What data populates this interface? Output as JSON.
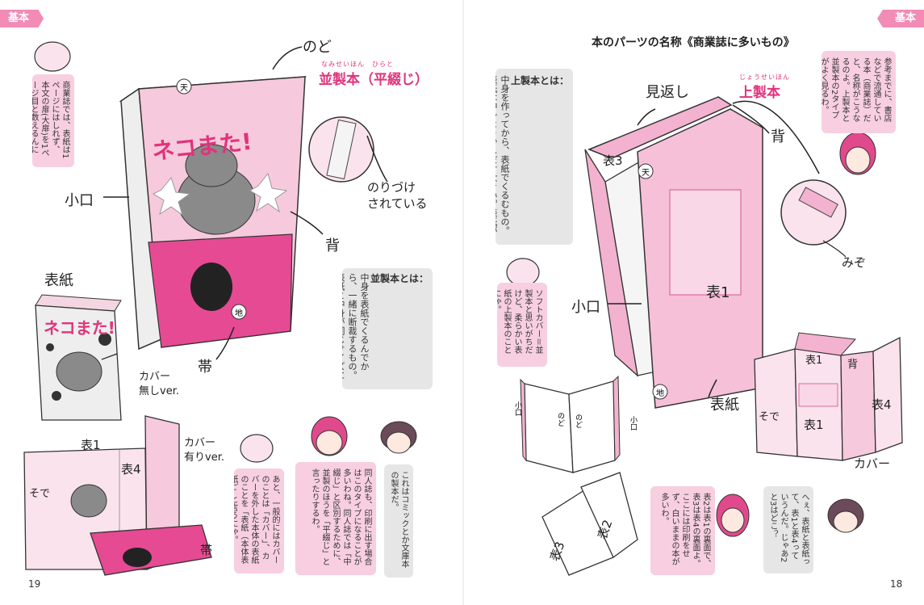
{
  "header": {
    "left_tab": "基本",
    "right_tab": "基本",
    "left_page_number": "19",
    "right_page_number": "18",
    "page_title": "本のパーツの名称《商業誌に多いもの》"
  },
  "left_page": {
    "book_cover_title": "ネコまた!",
    "book_cover_title_small": "ネコまた!",
    "cat_note": "商業誌では、表紙は1ページにはしれず、本文の扉(大扉)を1ページ目と数えるんにゃ。",
    "labels": {
      "nodo": "のど",
      "heisei_ruby": "なみせいほん　ひらと",
      "heisei_title": "並製本（平綴じ）",
      "ten": "天",
      "chi": "地",
      "koguchi": "小口",
      "se": "背",
      "hyoshi": "表紙",
      "obi": "帯",
      "noridzuke": "のりづけ\nされている",
      "cover_none": "カバー\n無しver.",
      "cover_with": "カバー\n有りver.",
      "hyo1": "表1",
      "hyo4": "表4",
      "sode": "そで",
      "obi2": "帯"
    },
    "heisei_box": {
      "heading": "並製本とは：",
      "text": "中身を表紙でくるんでから、一緒に断裁するもの。表紙と中身が同じサイズになる。ペーパーバックとも言う。教科書、コミック、文庫本など。"
    },
    "dialog": [
      "あと、一般的にはカバーのことは「カバー」、カバーを外した本体の表紙のことを「表紙（本体表紙）」と言うにゃ。",
      "同人誌も、印刷に出す場合はこのタイプになることが多いわね。同人誌では「中綴じ」と区別するために、並製のほうを「平綴じ」と言ったりするわ。",
      "これはコミックとか文庫本の製本だ。"
    ]
  },
  "right_page": {
    "labels": {
      "jousei_ruby": "じょうせいほん",
      "jousei_title": "上製本",
      "mikaeshi": "見返し",
      "se": "背",
      "ten": "天",
      "chi": "地",
      "koguchi": "小口",
      "hyo3": "表3",
      "hyo1": "表1",
      "mizo": "みぞ",
      "hyoshi": "表紙",
      "cover": "カバー",
      "koguchi_small": "小口",
      "nodo_small": "のど",
      "nodo_small2": "のど",
      "koguchi_small2": "小口",
      "hyo2": "表2",
      "hyo3b": "表3",
      "c_hyo1": "表1",
      "c_hyo4": "表4",
      "c_se": "背",
      "c_sode": "そで",
      "c_hyo1b": "表1"
    },
    "jousei_box": {
      "heading": "上製本とは：",
      "text": "中身を作ってから、表紙でくるむもの。表紙は中身より少しだけ大きい。表紙が厚紙のものをハードカバー、柔らかいものをソフトカバーという。文芸単行本、大型の辞書、図鑑など。"
    },
    "side_note": "参考までに、書店などで流通している本（商業誌）だと、名称がこうなるのよ。上製本と並製本の2タイプがよく見るわ。",
    "cat_note": "ソフトカバー＝並製本と思いがちだけど、柔らかい表紙の上製本のことにゃ。",
    "dialog": [
      "表2は表1の裏面で、表3は表4の裏面よ。ここには印刷をせず、白いままの本が多いわ。",
      "へぇ、表紙と表紙って、表1と表4っていうんだ。じゃあ2と3はどこ？"
    ]
  },
  "colors": {
    "accent": "#e0337c",
    "pink_light": "#f8cfe0",
    "tab": "#f28bb6",
    "gray_box": "#e6e6e6"
  }
}
